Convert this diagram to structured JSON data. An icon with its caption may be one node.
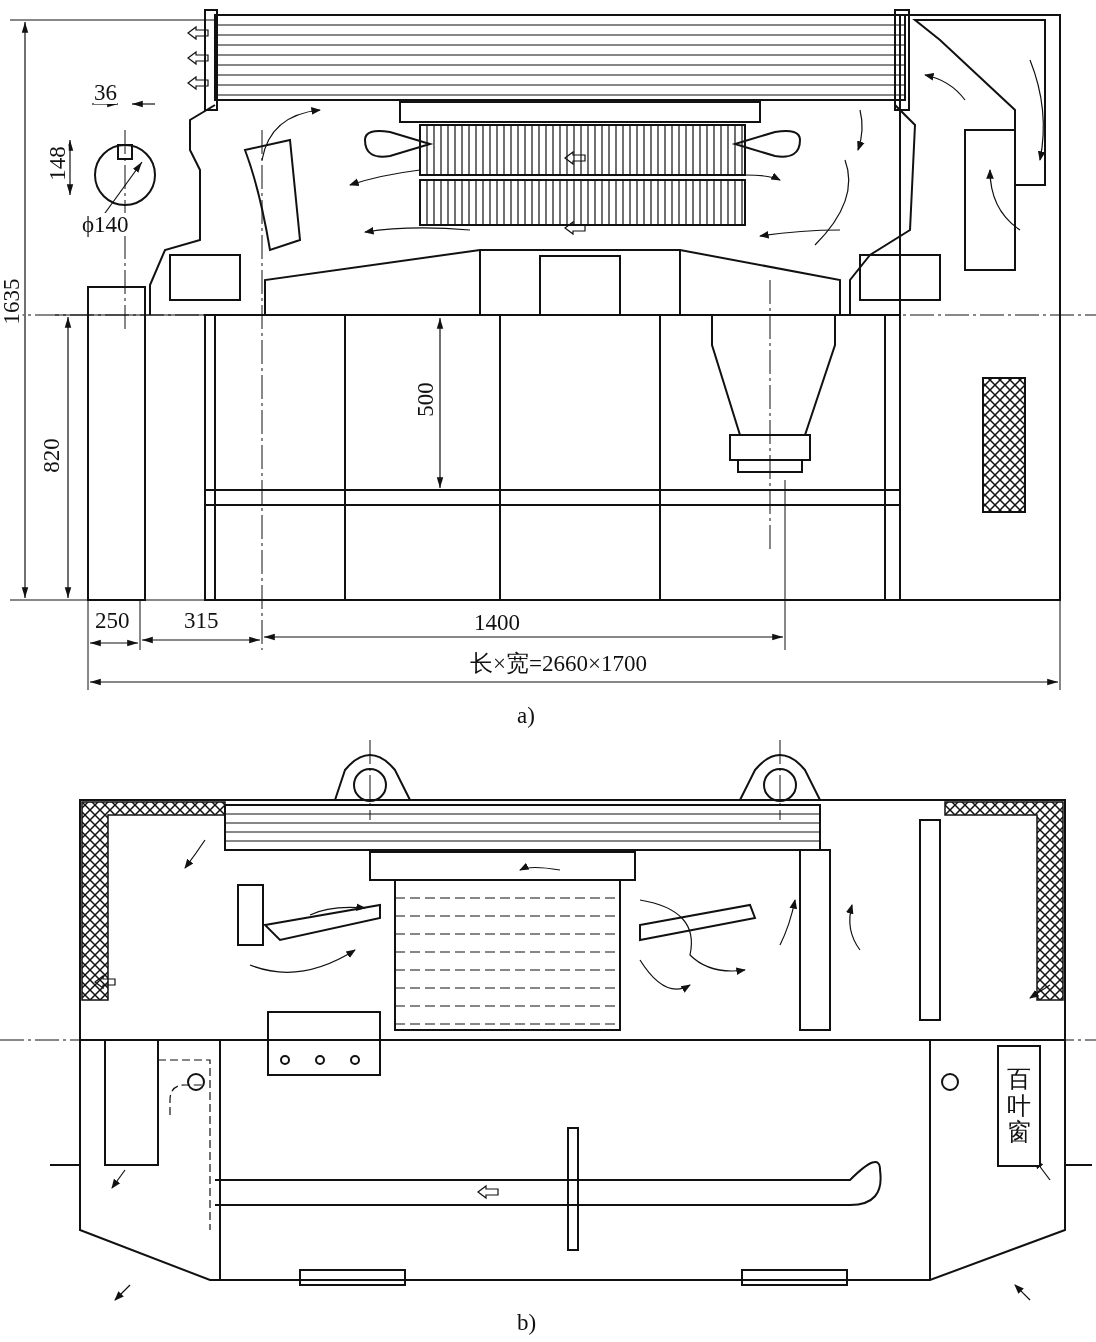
{
  "diagram": {
    "nodes": [
      {
        "text": [
          "百叶窗"
        ]
      }
    ],
    "labels": [
      "36",
      "148",
      "ϕ140",
      "1635",
      "820",
      "500",
      "250",
      "315",
      "1400",
      "长×宽=2660×1700",
      "a)",
      "b)"
    ]
  }
}
